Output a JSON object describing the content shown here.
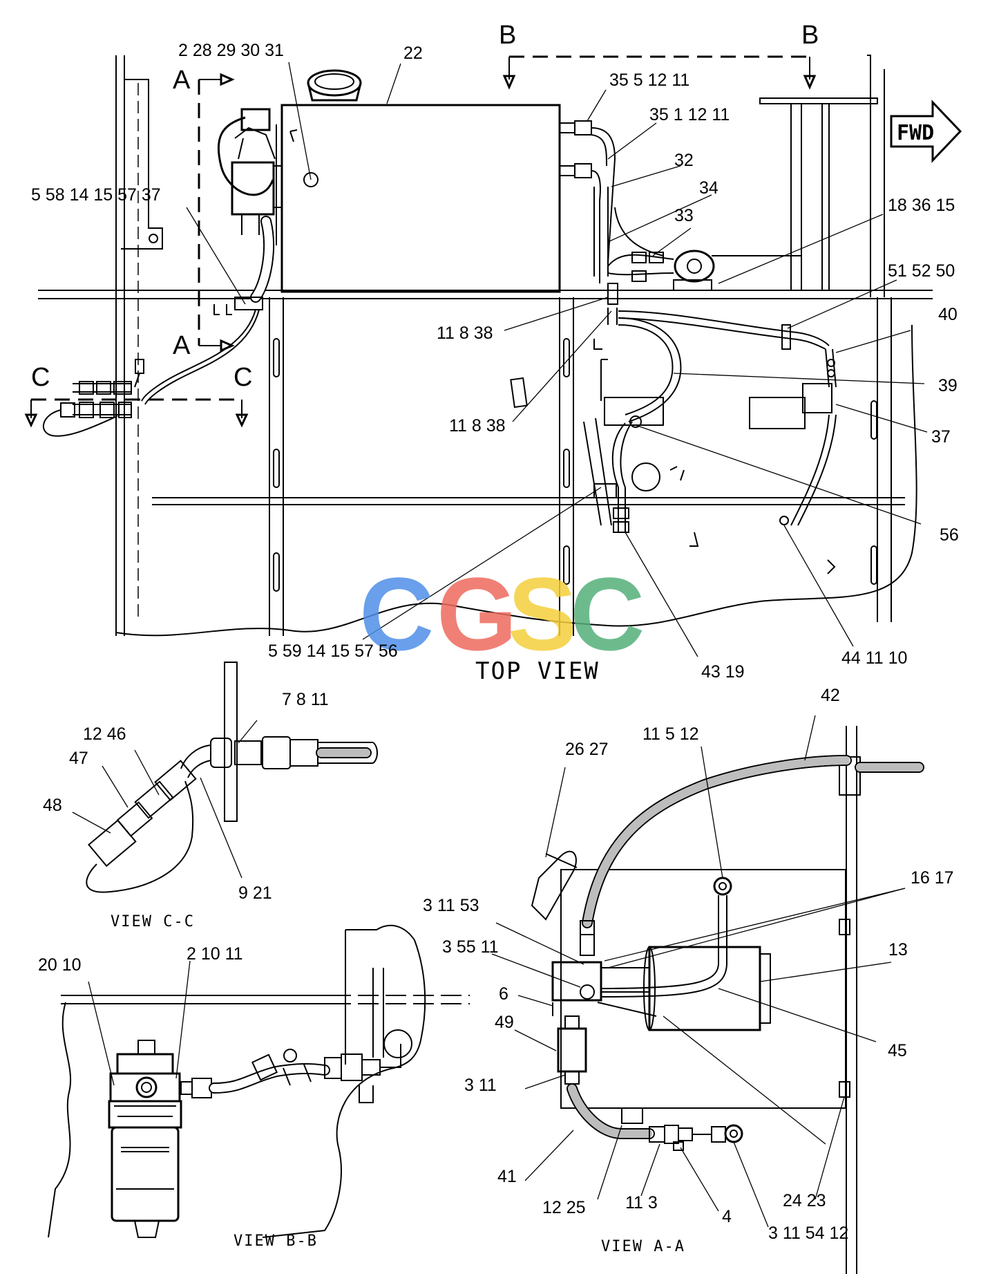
{
  "watermark": {
    "letters": [
      "C",
      "G",
      "S",
      "C"
    ],
    "colors": [
      "#4f8fe8",
      "#ee6b5d",
      "#f5cf3c",
      "#54b07a"
    ]
  },
  "direction": {
    "label": "FWD"
  },
  "views": {
    "top": {
      "title": "TOP VIEW"
    },
    "c_c": {
      "title": "VIEW C-C"
    },
    "b_b": {
      "title": "VIEW B-B"
    },
    "a_a": {
      "title": "VIEW A-A"
    }
  },
  "section_markers": {
    "a_top": "A",
    "a_bottom": "A",
    "b_left": "B",
    "b_right": "B",
    "c_left": "C",
    "c_right": "C"
  },
  "callouts": {
    "top": {
      "c_2_28_29_30_31": "2 28 29 30 31",
      "c_22": "22",
      "c_35_5_12_11": "35 5 12 11",
      "c_35_1_12_11": "35 1 12 11",
      "c_32": "32",
      "c_34": "34",
      "c_33": "33",
      "c_18_36_15": "18 36 15",
      "c_51_52_50": "51 52 50",
      "c_40": "40",
      "c_39": "39",
      "c_37_right": "37",
      "c_56": "56",
      "c_44_11_10": "44 11 10",
      "c_43_19": "43 19",
      "c_11_8_38_upper": "11 8 38",
      "c_11_8_38_lower": "11 8 38",
      "c_5_58_14_15_57_37": "5 58 14 15 57 37",
      "c_5_59_14_15_57_56": "5 59 14 15 57 56"
    },
    "c_c": {
      "c_7_8_11": "7 8 11",
      "c_12_46": "12 46",
      "c_47": "47",
      "c_48": "48",
      "c_9_21": "9 21"
    },
    "b_b": {
      "c_20_10": "20 10",
      "c_2_10_11": "2 10 11"
    },
    "a_a": {
      "c_42": "42",
      "c_26_27": "26 27",
      "c_11_5_12": "11 5 12",
      "c_16_17": "16 17",
      "c_3_11_53": "3 11 53",
      "c_3_55_11": "3 55 11",
      "c_13": "13",
      "c_6": "6",
      "c_49": "49",
      "c_45": "45",
      "c_3_11": "3 11",
      "c_41": "41",
      "c_12_25": "12 25",
      "c_11_3": "11 3",
      "c_4": "4",
      "c_24_23": "24 23",
      "c_3_11_54_12": "3 11 54 12"
    }
  }
}
